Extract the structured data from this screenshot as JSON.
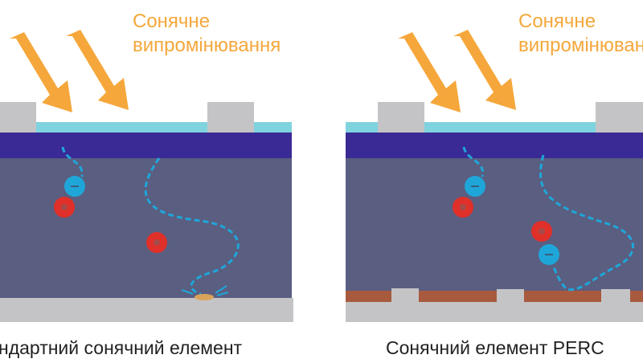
{
  "left_panel": {
    "sunlight_label_line1": "Сонячне",
    "sunlight_label_line2": "випромінювання",
    "caption": "ндартний сонячний елемент"
  },
  "right_panel": {
    "sunlight_label_line1": "Сонячне",
    "sunlight_label_line2": "випромінюванн",
    "caption": "Сонячний елемент PERC"
  },
  "colors": {
    "sun": "#f5a73b",
    "contact": "#c4c4c6",
    "arc": "#7fd3de",
    "emitter": "#3a2a96",
    "base": "#5a5e80",
    "passivation": "#a85a3e",
    "electron": "#1fa6d9",
    "hole": "#e0302a"
  }
}
